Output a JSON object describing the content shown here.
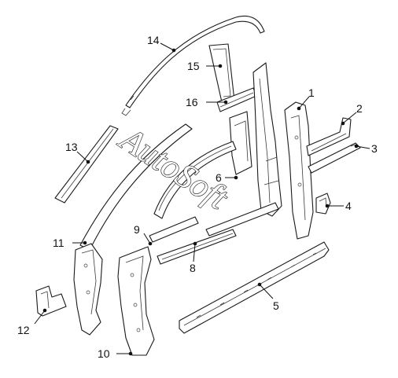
{
  "watermark": "AutoSoft",
  "callouts": [
    {
      "id": "1",
      "label": "1"
    },
    {
      "id": "2",
      "label": "2"
    },
    {
      "id": "3",
      "label": "3"
    },
    {
      "id": "4",
      "label": "4"
    },
    {
      "id": "5",
      "label": "5"
    },
    {
      "id": "6",
      "label": "6"
    },
    {
      "id": "8",
      "label": "8"
    },
    {
      "id": "9",
      "label": "9"
    },
    {
      "id": "10",
      "label": "10"
    },
    {
      "id": "11",
      "label": "11"
    },
    {
      "id": "12",
      "label": "12"
    },
    {
      "id": "13",
      "label": "13"
    },
    {
      "id": "14",
      "label": "14"
    },
    {
      "id": "15",
      "label": "15"
    },
    {
      "id": "16",
      "label": "16"
    }
  ]
}
